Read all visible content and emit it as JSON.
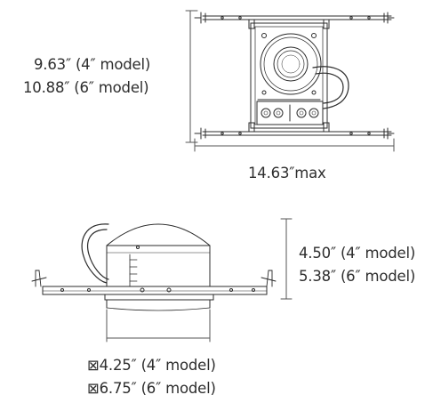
{
  "top_view": {
    "height_4in": "9.63″ (4″ model)",
    "height_6in": "10.88″ (6″ model)",
    "width_max": "14.63″max"
  },
  "side_view": {
    "height_4in": "4.50″ (4″ model)",
    "height_6in": "5.38″ (6″ model)",
    "aperture_4in": "⊠4.25″ (4″ model)",
    "aperture_6in": "⊠6.75″ (6″ model)"
  },
  "colors": {
    "line": "#2b2b2b",
    "dim": "#555555"
  }
}
